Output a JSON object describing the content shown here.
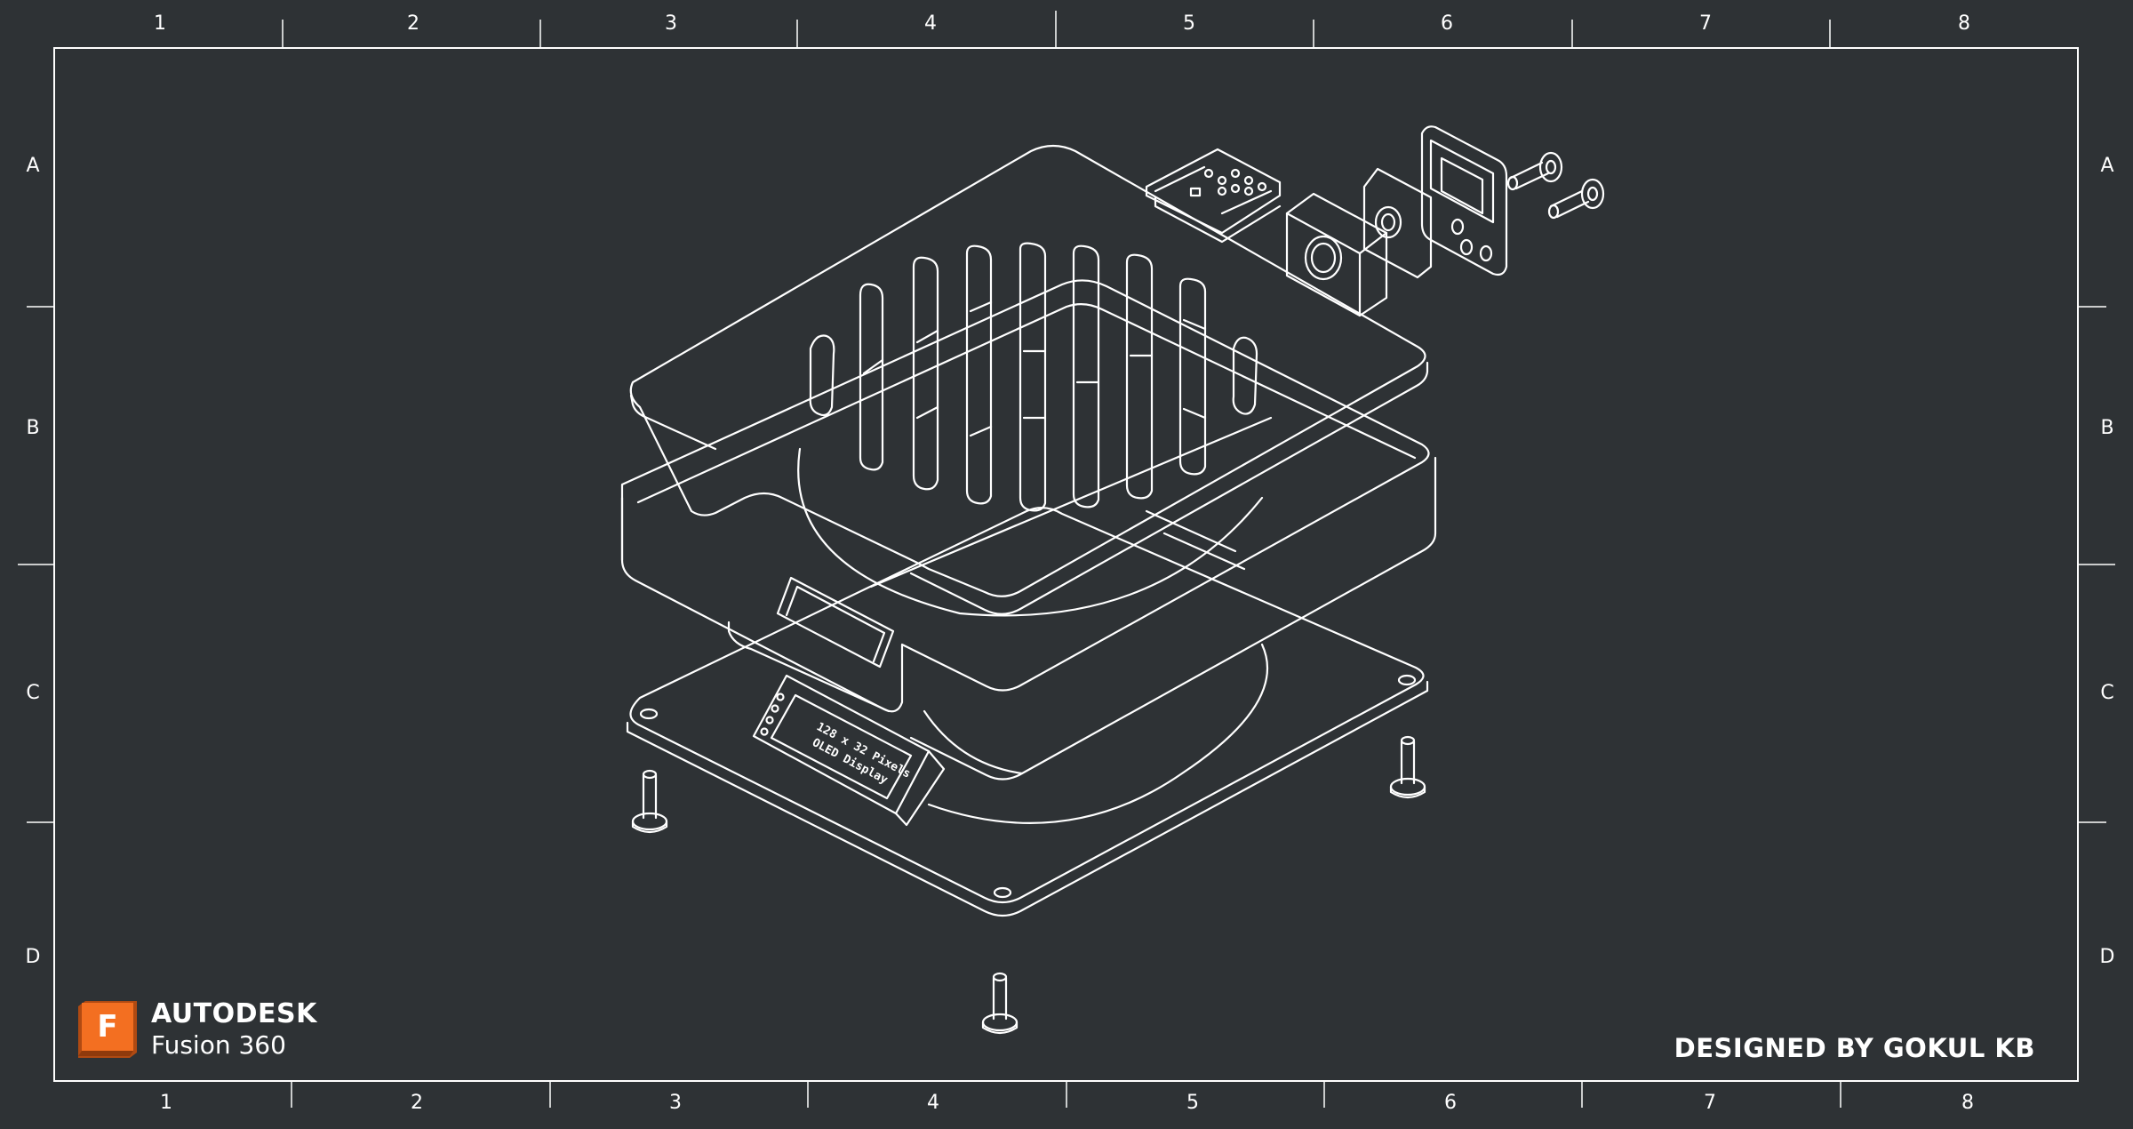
{
  "colors": {
    "background": "#2e3235",
    "line": "#ffffff",
    "brand_orange": "#f36f21"
  },
  "border": {
    "top_columns": [
      "1",
      "2",
      "3",
      "4",
      "5",
      "6",
      "7",
      "8"
    ],
    "bottom_columns": [
      "1",
      "2",
      "3",
      "4",
      "5",
      "6",
      "7",
      "8"
    ],
    "left_rows": [
      "A",
      "B",
      "C",
      "D"
    ],
    "right_rows": [
      "A",
      "B",
      "C",
      "D"
    ]
  },
  "brand": {
    "logo_letter": "F",
    "name": "AUTODESK",
    "product": "Fusion 360"
  },
  "designer_credit": "DESIGNED BY GOKUL KB",
  "drawing": {
    "oled_label_line1": "128 x 32 Pixels",
    "oled_label_line2": "OLED Display"
  }
}
